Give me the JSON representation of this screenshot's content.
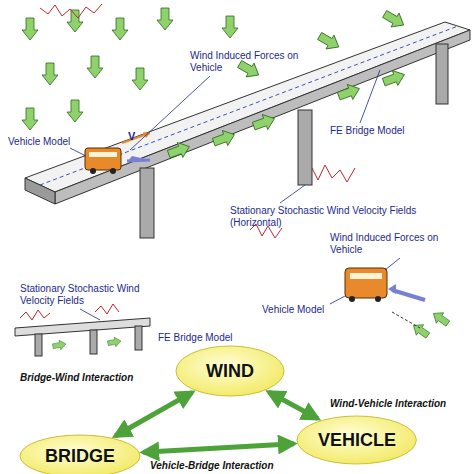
{
  "diagram": {
    "nodes": [
      {
        "text": [
          "WIND"
        ]
      },
      {
        "text": [
          "VEHICLE"
        ]
      },
      {
        "text": [
          "BRIDGE"
        ]
      }
    ],
    "edges": [
      {
        "from": 0,
        "to": 2,
        "arrow": "both"
      },
      {
        "from": 0,
        "to": 1,
        "arrow": "both"
      },
      {
        "from": 1,
        "to": 2,
        "arrow": "both"
      }
    ],
    "labels": [
      "V",
      "Wind Induced Forces on Vehicle",
      "Vehicle Model",
      "FE Bridge Model",
      "Stationary Stochastic Wind Velocity Fields (Horizontal)",
      "Stationary Stochastic Wind Velocity Fields",
      "FE Bridge Model",
      "Bridge-Wind Interaction",
      "Wind Induced Forces on Vehicle",
      "Vehicle Model",
      "Wind-Vehicle Interaction",
      "Vehicle-Bridge Interaction"
    ]
  }
}
